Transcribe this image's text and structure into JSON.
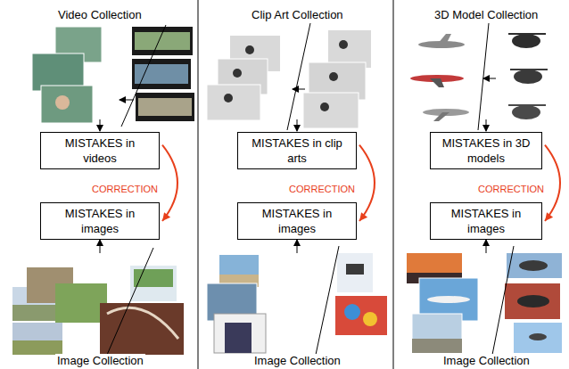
{
  "diagram": {
    "nodes": [
      {
        "text": [
          "MISTAKES in videos"
        ]
      },
      {
        "text": [
          "MISTAKES in images"
        ]
      },
      {
        "text": [
          "MISTAKES in clip arts"
        ]
      },
      {
        "text": [
          "MISTAKES in images"
        ]
      },
      {
        "text": [
          "MISTAKES in 3D models"
        ]
      },
      {
        "text": [
          "MISTAKES in images"
        ]
      }
    ],
    "edges": [
      {
        "from": 0,
        "to": 1,
        "label": "CORRECTION",
        "arrow": "to"
      },
      {
        "from": 2,
        "to": 3,
        "label": "CORRECTION",
        "arrow": "to"
      },
      {
        "from": 4,
        "to": 5,
        "label": "CORRECTION",
        "arrow": "to"
      }
    ],
    "labels": [
      "Video Collection",
      "Clip Art Collection",
      "3D Model Collection",
      "Image Collection",
      "Image Collection",
      "Image Collection"
    ]
  }
}
